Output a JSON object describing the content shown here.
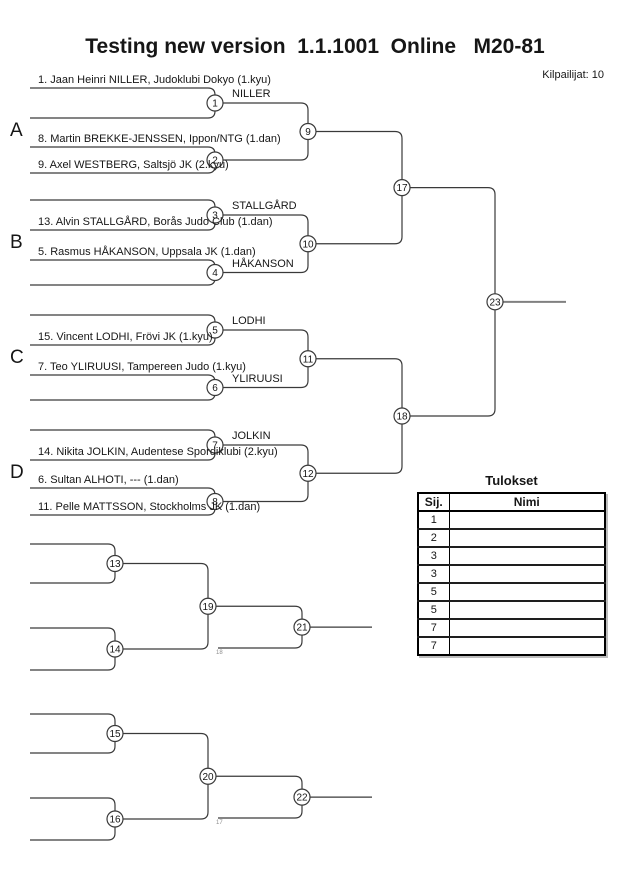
{
  "header": {
    "title": "Testing new version  1.1.1001  Online   M20-81",
    "competitors_label": "Kilpailijat: 10"
  },
  "bracket": {
    "sections": [
      {
        "label": "A",
        "players": [
          "1. Jaan Heinri NILLER, Judoklubi Dokyo (1.kyu)",
          "",
          "8. Martin BREKKE-JENSSEN, Ippon/NTG (1.dan)",
          "9. Axel WESTBERG, Saltsjö JK (2.kyu)"
        ]
      },
      {
        "label": "B",
        "players": [
          "",
          "13. Alvin STALLGÅRD, Borås Judo Club (1.dan)",
          "5. Rasmus HÅKANSON, Uppsala JK (1.dan)",
          ""
        ]
      },
      {
        "label": "C",
        "players": [
          "",
          "15. Vincent LODHI, Frövi JK (1.kyu)",
          "7. Teo YLIRUUSI, Tampereen Judo (1.kyu)",
          ""
        ]
      },
      {
        "label": "D",
        "players": [
          "",
          "14. Nikita JOLKIN, Audentese Spordiklubi (2.kyu)",
          "6. Sultan ALHOTI, --- (1.dan)",
          "11. Pelle MATTSSON, Stockholms JK (1.dan)"
        ]
      }
    ],
    "round1_matches": [
      "1",
      "2",
      "3",
      "4",
      "5",
      "6",
      "7",
      "8"
    ],
    "round1_winners": [
      "NILLER",
      "",
      "STALLGÅRD",
      "HÅKANSON",
      "LODHI",
      "YLIRUUSI",
      "JOLKIN",
      ""
    ],
    "quarterfinal_matches": [
      "9",
      "10",
      "11",
      "12"
    ],
    "semifinal_matches": [
      "17",
      "18"
    ],
    "final_match": "23"
  },
  "repechage": [
    {
      "round1_matches": [
        "13",
        "14"
      ],
      "semifinal_match": "19",
      "final_match": "21",
      "loser_from": "18"
    },
    {
      "round1_matches": [
        "15",
        "16"
      ],
      "semifinal_match": "20",
      "final_match": "22",
      "loser_from": "17"
    }
  ],
  "results": {
    "title": "Tulokset",
    "columns": [
      "Sij.",
      "Nimi"
    ],
    "rows": [
      {
        "sij": "1",
        "nimi": ""
      },
      {
        "sij": "2",
        "nimi": ""
      },
      {
        "sij": "3",
        "nimi": ""
      },
      {
        "sij": "3",
        "nimi": ""
      },
      {
        "sij": "5",
        "nimi": ""
      },
      {
        "sij": "5",
        "nimi": ""
      },
      {
        "sij": "7",
        "nimi": ""
      },
      {
        "sij": "7",
        "nimi": ""
      }
    ]
  },
  "colors": {
    "line": "#3a3a3a",
    "final_line": "#808080",
    "feeder_label": "#8d8d8d"
  }
}
